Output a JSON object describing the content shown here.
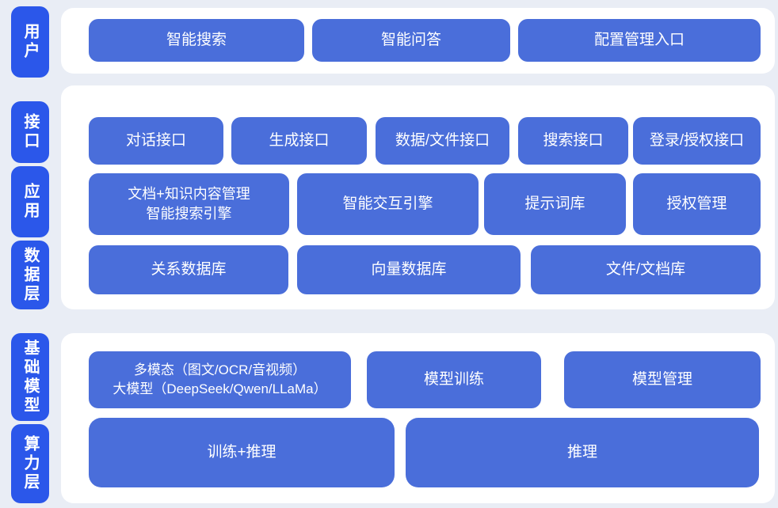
{
  "palette": {
    "page_bg": "#e9edf5",
    "panel_bg": "#ffffff",
    "layer_label_bg": "#2b57ea",
    "block_bg": "#4a6eda",
    "text_on_blue": "#ffffff"
  },
  "layer_labels": [
    {
      "text": "用户"
    },
    {
      "text": "接口"
    },
    {
      "text": "应用"
    },
    {
      "text": "数据层"
    },
    {
      "text": "基础模型"
    },
    {
      "text": "算力层"
    }
  ],
  "sections": [
    {
      "name": "user-layer",
      "rows": [
        {
          "blocks": [
            {
              "label": "智能搜索"
            },
            {
              "label": "智能问答"
            },
            {
              "label": "配置管理入口"
            }
          ]
        }
      ]
    },
    {
      "name": "interface-application-data-layer",
      "rows": [
        {
          "blocks": [
            {
              "label": "对话接口"
            },
            {
              "label": "生成接口"
            },
            {
              "label": "数据/文件接口"
            },
            {
              "label": "搜索接口"
            },
            {
              "label": "登录/授权接口"
            }
          ]
        },
        {
          "blocks": [
            {
              "lines": [
                "文档+知识内容管理",
                "智能搜索引擎"
              ]
            },
            {
              "label": "智能交互引擎"
            },
            {
              "label": "提示词库"
            },
            {
              "label": "授权管理"
            }
          ]
        },
        {
          "blocks": [
            {
              "label": "关系数据库"
            },
            {
              "label": "向量数据库"
            },
            {
              "label": "文件/文档库"
            }
          ]
        }
      ]
    },
    {
      "name": "foundation-model-compute-layer",
      "rows": [
        {
          "blocks": [
            {
              "lines": [
                "多模态（图文/OCR/音视频）",
                "大模型（DeepSeek/Qwen/LLaMa）"
              ]
            },
            {
              "label": "模型训练"
            },
            {
              "label": "模型管理"
            }
          ]
        },
        {
          "blocks": [
            {
              "label": "训练+推理"
            },
            {
              "label": "推理"
            }
          ]
        }
      ]
    }
  ]
}
